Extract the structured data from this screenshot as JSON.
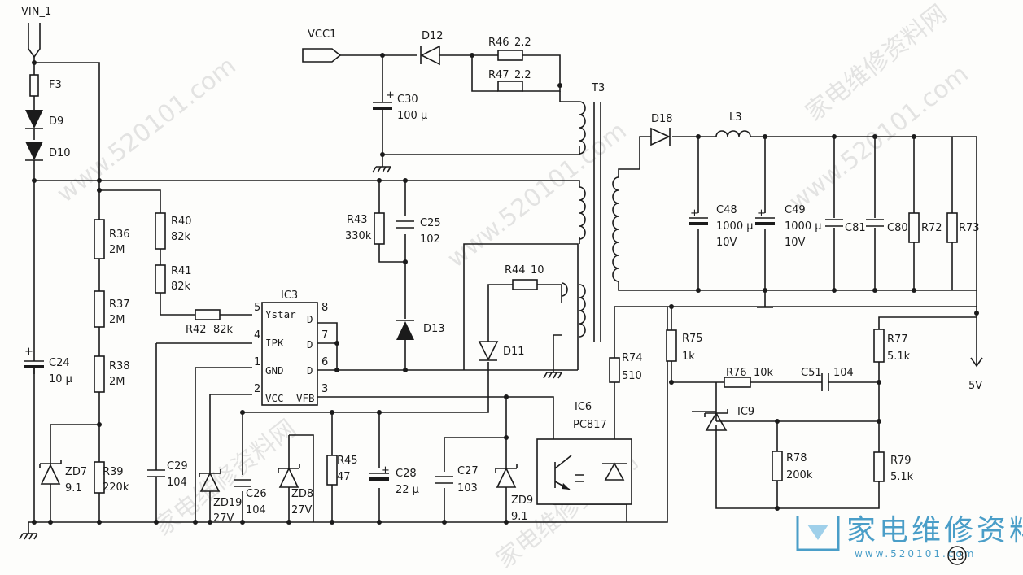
{
  "nets": {
    "vin": "VIN_1",
    "vcc1": "VCC1",
    "out": "5V"
  },
  "parts": {
    "F3": {
      "ref": "F3"
    },
    "D9": {
      "ref": "D9"
    },
    "D10": {
      "ref": "D10"
    },
    "C24": {
      "ref": "C24",
      "val": "10 μ"
    },
    "R36": {
      "ref": "R36",
      "val": "2M"
    },
    "R37": {
      "ref": "R37",
      "val": "2M"
    },
    "R38": {
      "ref": "R38",
      "val": "2M"
    },
    "R39": {
      "ref": "R39",
      "val": "220k"
    },
    "ZD7": {
      "ref": "ZD7",
      "val": "9.1"
    },
    "R40": {
      "ref": "R40",
      "val": "82k"
    },
    "R41": {
      "ref": "R41",
      "val": "82k"
    },
    "R42": {
      "ref": "R42",
      "val": "82k"
    },
    "C29": {
      "ref": "C29",
      "val": "104"
    },
    "ZD19": {
      "ref": "ZD19",
      "val": "27V"
    },
    "C26": {
      "ref": "C26",
      "val": "104"
    },
    "ZD8": {
      "ref": "ZD8",
      "val": "27V"
    },
    "R45": {
      "ref": "R45",
      "val": "47"
    },
    "C28": {
      "ref": "C28",
      "val": "22 μ"
    },
    "C27": {
      "ref": "C27",
      "val": "103"
    },
    "ZD9": {
      "ref": "ZD9",
      "val": "9.1"
    },
    "R43": {
      "ref": "R43",
      "val": "330k"
    },
    "C25": {
      "ref": "C25",
      "val": "102"
    },
    "D13": {
      "ref": "D13"
    },
    "D11": {
      "ref": "D11"
    },
    "R44": {
      "ref": "R44",
      "val": "10"
    },
    "C30": {
      "ref": "C30",
      "val": "100 μ"
    },
    "D12": {
      "ref": "D12"
    },
    "R46": {
      "ref": "R46",
      "val": "2.2"
    },
    "R47": {
      "ref": "R47",
      "val": "2.2"
    },
    "T3": {
      "ref": "T3"
    },
    "D18": {
      "ref": "D18"
    },
    "L3": {
      "ref": "L3"
    },
    "C48": {
      "ref": "C48",
      "val": "1000 μ",
      "val2": "10V"
    },
    "C49": {
      "ref": "C49",
      "val": "1000 μ",
      "val2": "10V"
    },
    "C81": {
      "ref": "C81"
    },
    "C80": {
      "ref": "C80"
    },
    "R72": {
      "ref": "R72"
    },
    "R73": {
      "ref": "R73"
    },
    "R74": {
      "ref": "R74",
      "val": "510"
    },
    "R75": {
      "ref": "R75",
      "val": "1k"
    },
    "R76": {
      "ref": "R76",
      "val": "10k"
    },
    "C51": {
      "ref": "C51",
      "val": "104"
    },
    "R77": {
      "ref": "R77",
      "val": "5.1k"
    },
    "R78": {
      "ref": "R78",
      "val": "200k"
    },
    "R79": {
      "ref": "R79",
      "val": "5.1k"
    },
    "IC9": {
      "ref": "IC9"
    },
    "IC6": {
      "ref": "IC6",
      "val": "PC817"
    }
  },
  "ic3": {
    "ref": "IC3",
    "pins": {
      "p5": {
        "num": "5",
        "name": "Ystar"
      },
      "p4": {
        "num": "4",
        "name": "IPK"
      },
      "p1": {
        "num": "1",
        "name": "GND"
      },
      "p2": {
        "num": "2",
        "name": "VCC"
      },
      "p3": {
        "num": "3",
        "name": "VFB"
      },
      "p8": {
        "num": "8",
        "name": "D"
      },
      "p7": {
        "num": "7",
        "name": "D"
      },
      "p6": {
        "num": "6",
        "name": "D"
      }
    }
  },
  "page_number": "13",
  "watermark": {
    "text1": "www.520101.com",
    "text2": "家电维修资料网"
  },
  "logo": {
    "title": "家电维修资料网",
    "url": "www.520101.com"
  },
  "colors": {
    "ink": "#1b1b1b",
    "paper": "#fdfdfb",
    "logo": "#4a9ec8",
    "watermark": "#cfcfcf"
  }
}
